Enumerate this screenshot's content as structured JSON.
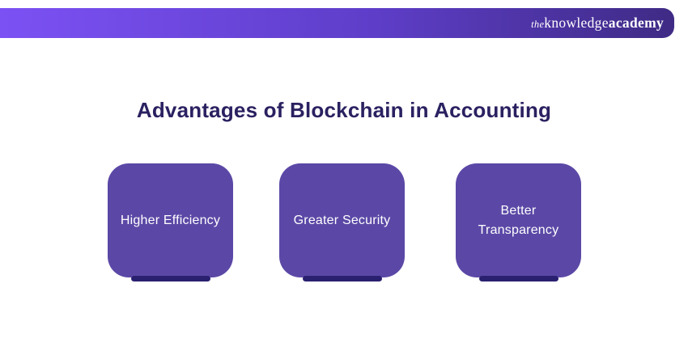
{
  "header": {
    "logo": {
      "the": "the",
      "knowledge": "knowledge",
      "academy": "academy"
    },
    "colors": {
      "gradient_start": "#7c51f4",
      "gradient_end": "#3f2b85",
      "logo_text": "#ffffff"
    }
  },
  "main": {
    "title": "Advantages of Blockchain in Accounting",
    "title_color": "#2a2161",
    "cards": [
      {
        "label": "Higher Efficiency"
      },
      {
        "label": "Greater Security"
      },
      {
        "label": "Better Transparency"
      }
    ],
    "card_style": {
      "background": "#5b48a6",
      "text_color": "#ffffff",
      "stand_color": "#2a2070"
    }
  }
}
